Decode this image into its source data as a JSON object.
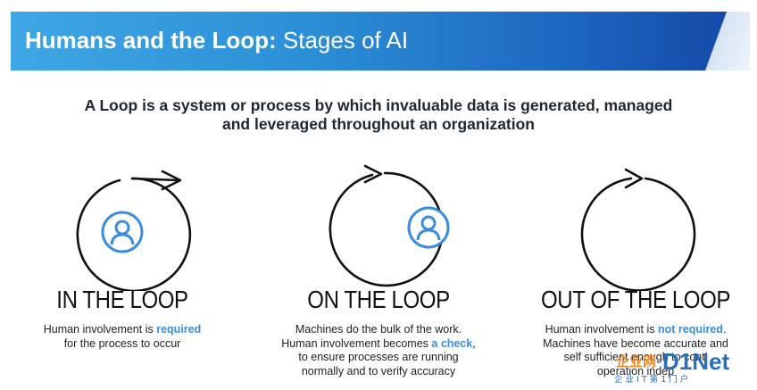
{
  "header": {
    "title_bold": "Humans and the Loop:",
    "title_light": "Stages of AI"
  },
  "subtitle": {
    "line1": "A Loop is a system or process by which invaluable data is generated, managed",
    "line2": "and leveraged throughout an organization"
  },
  "stages": [
    {
      "title": "IN THE LOOP",
      "icon": "person-icon",
      "desc": [
        [
          "Human involvement is ",
          "required",
          ""
        ],
        [
          "for the process to occur",
          "",
          ""
        ]
      ]
    },
    {
      "title": "ON THE LOOP",
      "icon": "person-icon",
      "desc": [
        [
          "Machines do the bulk of the work.",
          "",
          ""
        ],
        [
          "Human involvement becomes ",
          "a check",
          ","
        ],
        [
          "to ensure processes are running",
          "",
          ""
        ],
        [
          "normally and to verify accuracy",
          "",
          ""
        ]
      ]
    },
    {
      "title": "OUT OF THE LOOP",
      "icon": "",
      "desc": [
        [
          "Human involvement is ",
          "not required",
          "."
        ],
        [
          "Machines have become accurate and",
          "",
          ""
        ],
        [
          "self sufficient enough to conti",
          "",
          ""
        ],
        [
          "operation indep",
          "",
          ""
        ]
      ]
    }
  ],
  "watermark": {
    "logo": "D1Net",
    "prefix": "企业网",
    "tagline": "企 业 I T 第 1 门 户"
  },
  "colors": {
    "banner_start": "#3fa7e4",
    "banner_end": "#1446a6",
    "highlight": "#3a8ddc",
    "icon": "#3a8ddc"
  }
}
